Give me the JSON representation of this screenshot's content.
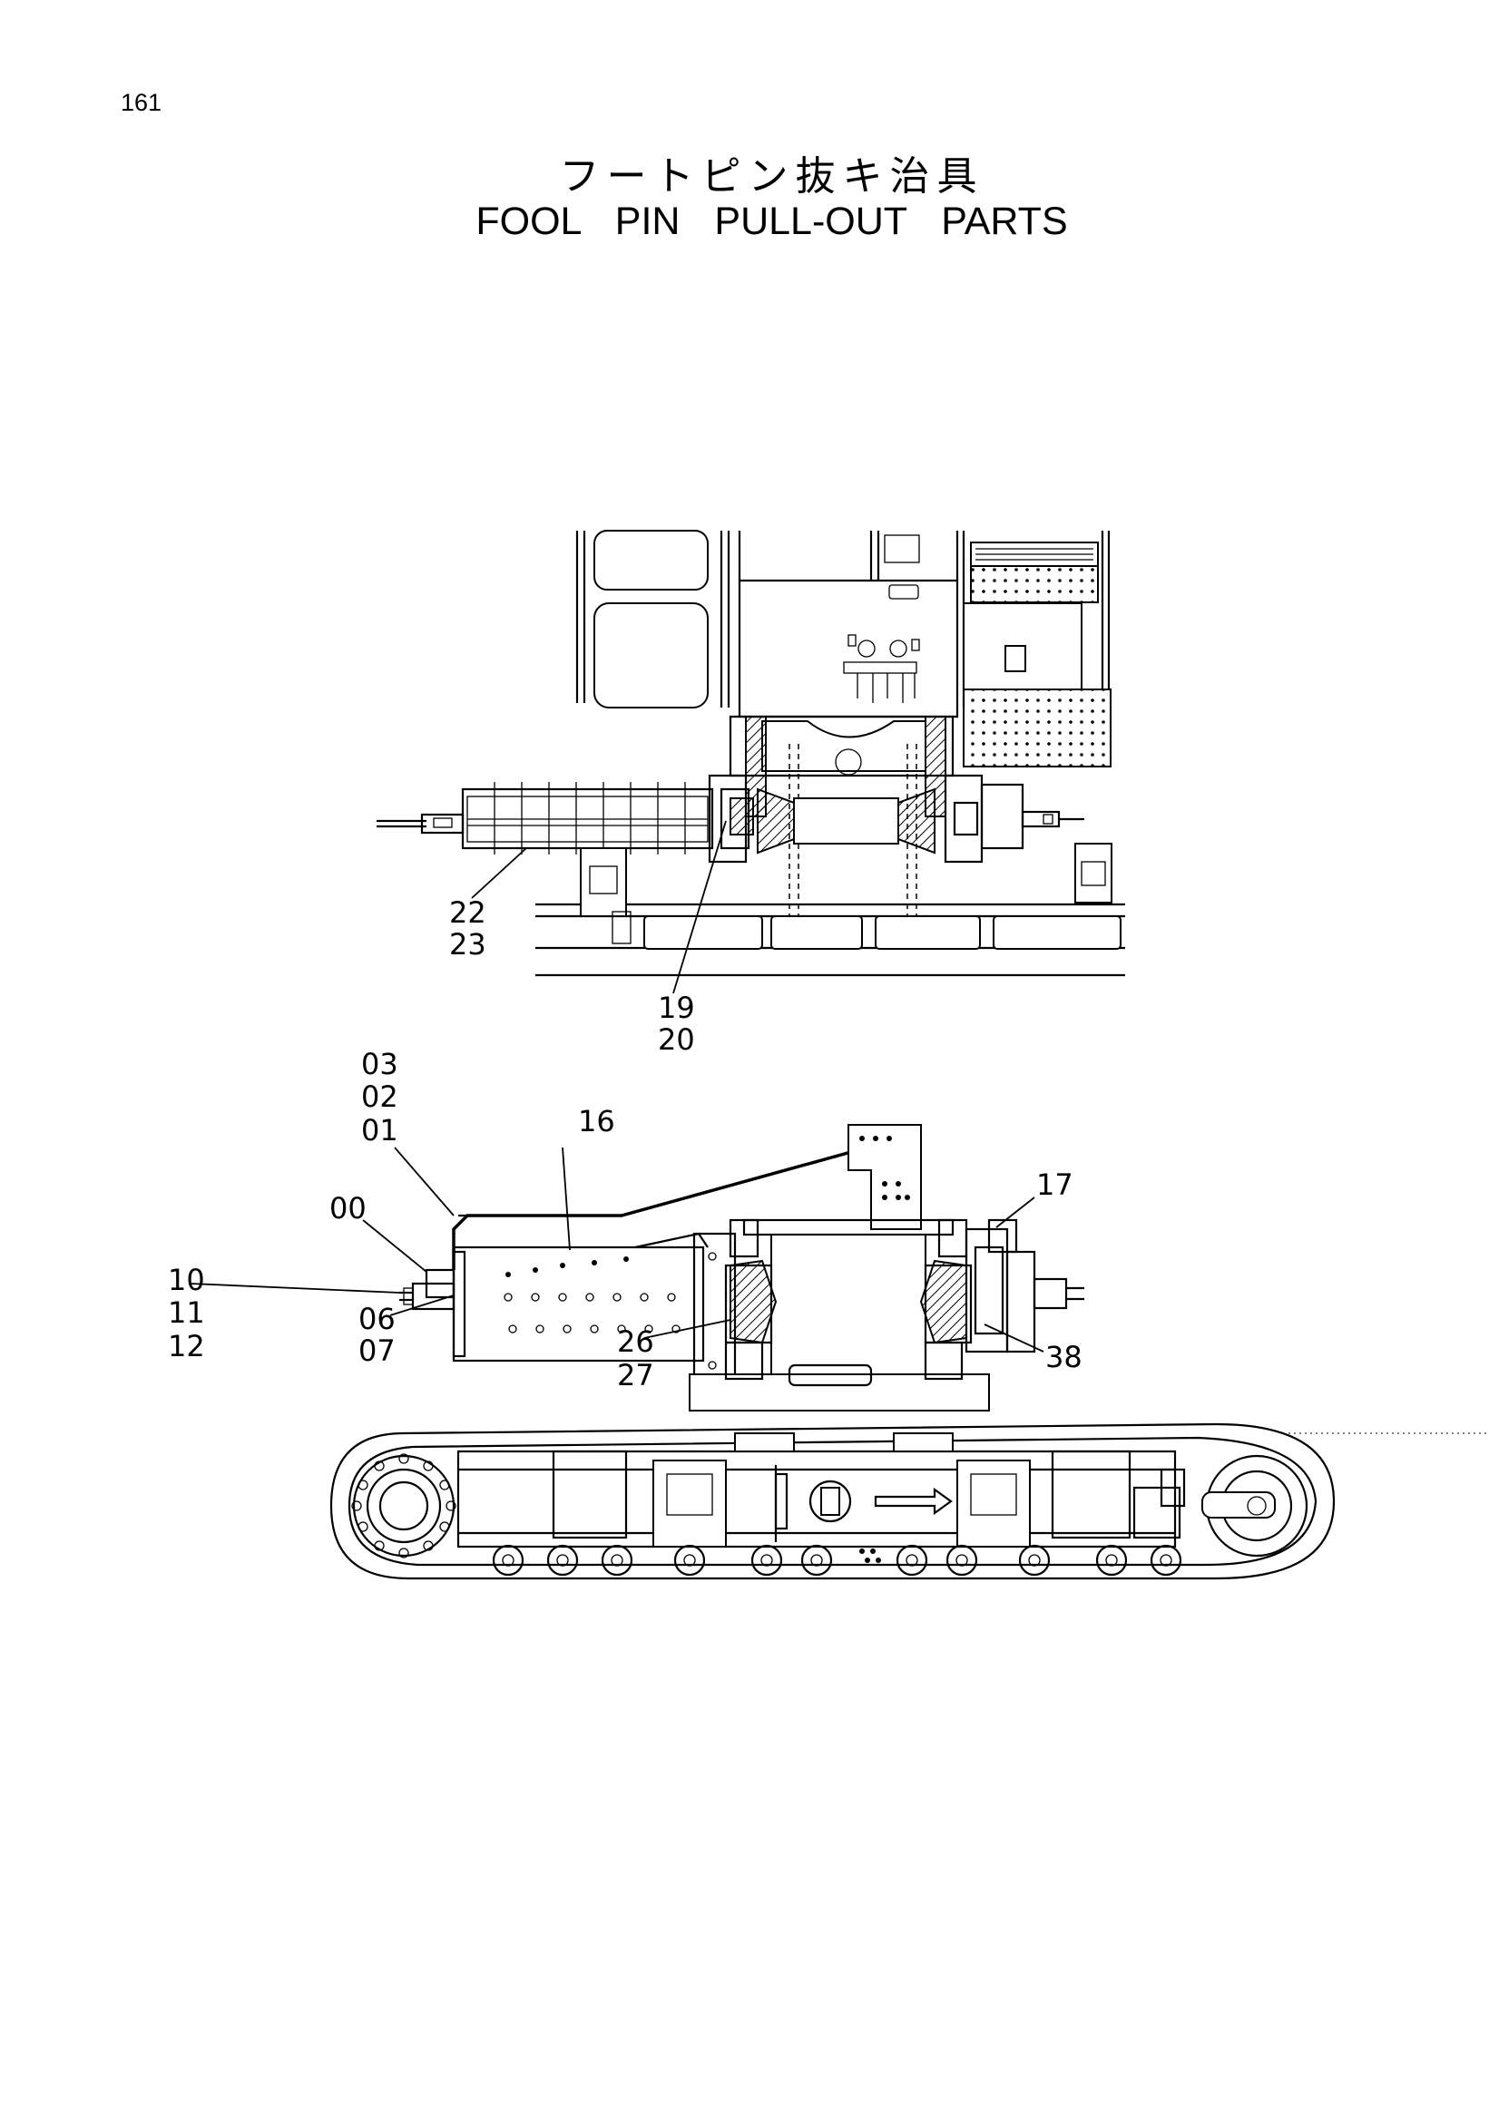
{
  "page": {
    "number": "161",
    "title_jp": "フートピン抜キ治具",
    "title_en": "FOOL PIN PULL-OUT PARTS"
  },
  "callouts": {
    "c22": "22",
    "c23": "23",
    "c19": "19",
    "c20": "20",
    "c03": "03",
    "c02": "02",
    "c01": "01",
    "c16": "16",
    "c00": "00",
    "c17": "17",
    "c10": "10",
    "c11": "11",
    "c12": "12",
    "c06": "06",
    "c07": "07",
    "c26": "26",
    "c27": "27",
    "c38": "38"
  }
}
